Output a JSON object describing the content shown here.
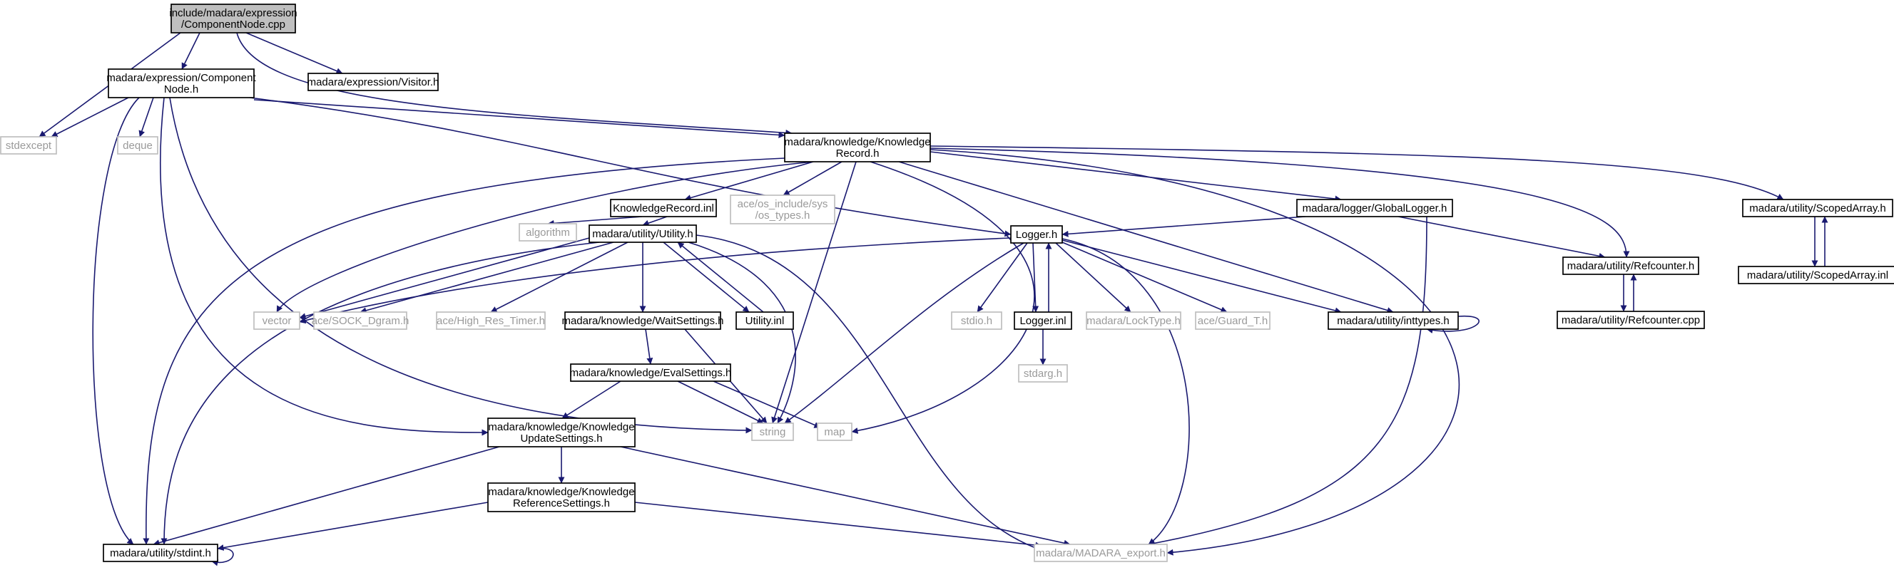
{
  "diagram": {
    "colors": {
      "edge": "#191970",
      "root_fill": "#bfbfbf",
      "node_border": "#000000",
      "external_border": "#bfbfbf",
      "external_text": "#9a9a9a"
    },
    "nodes": {
      "root": {
        "lines": [
          "include/madara/expression",
          "/ComponentNode.cpp"
        ],
        "kind": "root"
      },
      "cnh": {
        "lines": [
          "madara/expression/Component",
          "Node.h"
        ],
        "kind": "file"
      },
      "visitor": {
        "lines": [
          "madara/expression/Visitor.h"
        ],
        "kind": "file"
      },
      "stdexcept": {
        "lines": [
          "stdexcept"
        ],
        "kind": "external"
      },
      "deque": {
        "lines": [
          "deque"
        ],
        "kind": "external"
      },
      "krh": {
        "lines": [
          "madara/knowledge/Knowledge",
          "Record.h"
        ],
        "kind": "file"
      },
      "krinl": {
        "lines": [
          "KnowledgeRecord.inl"
        ],
        "kind": "file"
      },
      "ostypes": {
        "lines": [
          "ace/os_include/sys",
          "/os_types.h"
        ],
        "kind": "external"
      },
      "globallogger": {
        "lines": [
          "madara/logger/GlobalLogger.h"
        ],
        "kind": "file"
      },
      "scopedarrayh": {
        "lines": [
          "madara/utility/ScopedArray.h"
        ],
        "kind": "file"
      },
      "scopedarrayinl": {
        "lines": [
          "madara/utility/ScopedArray.inl"
        ],
        "kind": "file"
      },
      "algorithm": {
        "lines": [
          "algorithm"
        ],
        "kind": "external"
      },
      "utilityh": {
        "lines": [
          "madara/utility/Utility.h"
        ],
        "kind": "file"
      },
      "loggerh": {
        "lines": [
          "Logger.h"
        ],
        "kind": "file"
      },
      "refcounterh": {
        "lines": [
          "madara/utility/Refcounter.h"
        ],
        "kind": "file"
      },
      "refcountercpp": {
        "lines": [
          "madara/utility/Refcounter.cpp"
        ],
        "kind": "file"
      },
      "vector": {
        "lines": [
          "vector"
        ],
        "kind": "external"
      },
      "sockdgram": {
        "lines": [
          "ace/SOCK_Dgram.h"
        ],
        "kind": "external"
      },
      "hrtimer": {
        "lines": [
          "ace/High_Res_Timer.h"
        ],
        "kind": "external"
      },
      "waitsettings": {
        "lines": [
          "madara/knowledge/WaitSettings.h"
        ],
        "kind": "file"
      },
      "utilityinl": {
        "lines": [
          "Utility.inl"
        ],
        "kind": "file"
      },
      "stdioh": {
        "lines": [
          "stdio.h"
        ],
        "kind": "external"
      },
      "loggerinl": {
        "lines": [
          "Logger.inl"
        ],
        "kind": "file"
      },
      "locktype": {
        "lines": [
          "madara/LockType.h"
        ],
        "kind": "external"
      },
      "guardt": {
        "lines": [
          "ace/Guard_T.h"
        ],
        "kind": "external"
      },
      "inttypes": {
        "lines": [
          "madara/utility/inttypes.h"
        ],
        "kind": "file"
      },
      "stdargh": {
        "lines": [
          "stdarg.h"
        ],
        "kind": "external"
      },
      "evalsettings": {
        "lines": [
          "madara/knowledge/EvalSettings.h"
        ],
        "kind": "file"
      },
      "updatesettings": {
        "lines": [
          "madara/knowledge/Knowledge",
          "UpdateSettings.h"
        ],
        "kind": "file"
      },
      "string": {
        "lines": [
          "string"
        ],
        "kind": "external"
      },
      "map": {
        "lines": [
          "map"
        ],
        "kind": "external"
      },
      "refsettings": {
        "lines": [
          "madara/knowledge/Knowledge",
          "ReferenceSettings.h"
        ],
        "kind": "file"
      },
      "stdinth": {
        "lines": [
          "madara/utility/stdint.h"
        ],
        "kind": "file"
      },
      "madaraexport": {
        "lines": [
          "madara/MADARA_export.h"
        ],
        "kind": "external"
      }
    },
    "edges": [
      {
        "from": "root",
        "to": "cnh"
      },
      {
        "from": "root",
        "to": "visitor"
      },
      {
        "from": "root",
        "to": "stdexcept"
      },
      {
        "from": "root",
        "to": "krh"
      },
      {
        "from": "cnh",
        "to": "stdexcept"
      },
      {
        "from": "cnh",
        "to": "deque"
      },
      {
        "from": "cnh",
        "to": "krh"
      },
      {
        "from": "cnh",
        "to": "loggerh"
      },
      {
        "from": "cnh",
        "to": "string"
      },
      {
        "from": "cnh",
        "to": "updatesettings"
      },
      {
        "from": "cnh",
        "to": "stdinth"
      },
      {
        "from": "krh",
        "to": "krinl"
      },
      {
        "from": "krh",
        "to": "ostypes"
      },
      {
        "from": "krh",
        "to": "globallogger"
      },
      {
        "from": "krh",
        "to": "scopedarrayh"
      },
      {
        "from": "krh",
        "to": "refcounterh"
      },
      {
        "from": "krh",
        "to": "vector"
      },
      {
        "from": "krh",
        "to": "string"
      },
      {
        "from": "krh",
        "to": "map"
      },
      {
        "from": "krh",
        "to": "inttypes"
      },
      {
        "from": "krh",
        "to": "madaraexport"
      },
      {
        "from": "krh",
        "to": "stdinth"
      },
      {
        "from": "krinl",
        "to": "algorithm"
      },
      {
        "from": "krinl",
        "to": "utilityh"
      },
      {
        "from": "globallogger",
        "to": "loggerh"
      },
      {
        "from": "globallogger",
        "to": "refcounterh"
      },
      {
        "from": "globallogger",
        "to": "madaraexport"
      },
      {
        "from": "scopedarrayh",
        "to": "scopedarrayinl"
      },
      {
        "from": "scopedarrayinl",
        "to": "scopedarrayh"
      },
      {
        "from": "refcounterh",
        "to": "refcountercpp"
      },
      {
        "from": "refcountercpp",
        "to": "refcounterh"
      },
      {
        "from": "utilityh",
        "to": "vector"
      },
      {
        "from": "utilityh",
        "to": "sockdgram"
      },
      {
        "from": "utilityh",
        "to": "hrtimer"
      },
      {
        "from": "utilityh",
        "to": "waitsettings"
      },
      {
        "from": "utilityh",
        "to": "utilityinl"
      },
      {
        "from": "utilityinl",
        "to": "utilityh"
      },
      {
        "from": "utilityh",
        "to": "string"
      },
      {
        "from": "utilityh",
        "to": "stdinth"
      },
      {
        "from": "utilityh",
        "to": "madaraexport"
      },
      {
        "from": "loggerh",
        "to": "vector"
      },
      {
        "from": "loggerh",
        "to": "stdioh"
      },
      {
        "from": "loggerh",
        "to": "loggerinl"
      },
      {
        "from": "loggerinl",
        "to": "loggerh"
      },
      {
        "from": "loggerh",
        "to": "locktype"
      },
      {
        "from": "loggerh",
        "to": "guardt"
      },
      {
        "from": "loggerh",
        "to": "inttypes"
      },
      {
        "from": "loggerh",
        "to": "string"
      },
      {
        "from": "loggerh",
        "to": "madaraexport"
      },
      {
        "from": "loggerinl",
        "to": "stdargh"
      },
      {
        "from": "inttypes",
        "to": "inttypes"
      },
      {
        "from": "waitsettings",
        "to": "evalsettings"
      },
      {
        "from": "waitsettings",
        "to": "string"
      },
      {
        "from": "evalsettings",
        "to": "updatesettings"
      },
      {
        "from": "evalsettings",
        "to": "string"
      },
      {
        "from": "evalsettings",
        "to": "map"
      },
      {
        "from": "updatesettings",
        "to": "refsettings"
      },
      {
        "from": "updatesettings",
        "to": "stdinth"
      },
      {
        "from": "updatesettings",
        "to": "madaraexport"
      },
      {
        "from": "refsettings",
        "to": "stdinth"
      },
      {
        "from": "refsettings",
        "to": "madaraexport"
      },
      {
        "from": "stdinth",
        "to": "stdinth"
      }
    ]
  }
}
